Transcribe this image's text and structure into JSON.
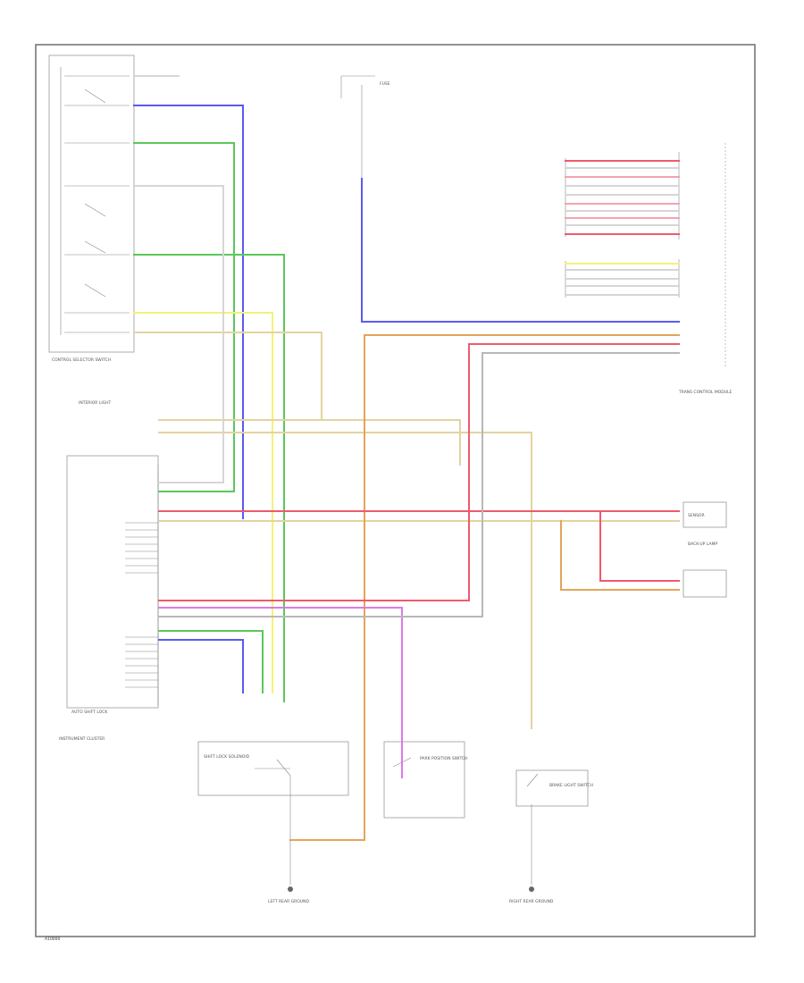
{
  "colors": {
    "blue": "#5a5af0",
    "green": "#5ac85a",
    "yellow": "#f2f27a",
    "tan": "#e3d3a0",
    "orange": "#e3a45a",
    "red": "#ee5a6e",
    "pink": "#f5a3ae",
    "violet": "#dc7ae8",
    "white": "#d6d6d6",
    "grey": "#b8b8b8"
  },
  "labels": {
    "range_selector": "CONTROL SELECTOR SWITCH",
    "auto_shift_lock": "AUTO SHIFT LOCK",
    "instrument_cluster": "INSTRUMENT CLUSTER",
    "brake_switch": "BRAKE LIGHT SWITCH",
    "left_rear_ground": "LEFT REAR GROUND",
    "right_rear_ground": "RIGHT REAR GROUND",
    "trans_control": "TRANS CONTROL MODULE",
    "shift_solenoid": "SHIFT LOCK SOLENOID",
    "park_position": "PARK POSITION SWITCH",
    "fuse": "FUSE",
    "interior_light": "INTERIOR LIGHT",
    "backup_lamp": "BACK-UP LAMP",
    "sensor": "SENSOR",
    "page_id": "A10000"
  }
}
